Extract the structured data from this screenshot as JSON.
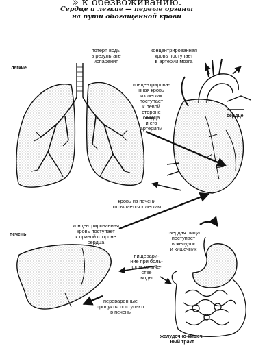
{
  "header": {
    "cut_text": "» к обезвоживанию.",
    "title_line1": "Сердце и легкие — первые органы",
    "title_line2": "на пути обогащенной крови"
  },
  "labels": {
    "lungs": "легкие",
    "heart": "сердце",
    "liver": "печень",
    "gi_tract_1": "желудочно-кишеч-",
    "gi_tract_2": "ный тракт"
  },
  "annotations": {
    "water_loss": [
      "потеря воды",
      "в результате",
      "испарения"
    ],
    "brain_blood": [
      "концентрированная",
      "кровь поступает",
      "в артерии мозга"
    ],
    "lungs_to_heart": [
      "концентрирова-",
      "нная кровь",
      "из легких",
      "поступает",
      "к левой",
      "стороне",
      "сердца",
      "и его",
      "артериям"
    ],
    "liver_to_lungs": [
      "кровь из печени",
      "отсылается к легким"
    ],
    "to_right_heart": [
      "концентрированная",
      "кровь поступает",
      "к правой стороне",
      "сердца"
    ],
    "food_to_gut": [
      "твердая пища",
      "поступает",
      "в желудок",
      "и кишечник"
    ],
    "digested_food": [
      "пищевари-",
      "ние при боль-",
      "шом количе-",
      "стве",
      "воды"
    ],
    "to_liver": [
      "переваренные",
      "продукты поступают",
      "в печень"
    ]
  }
}
